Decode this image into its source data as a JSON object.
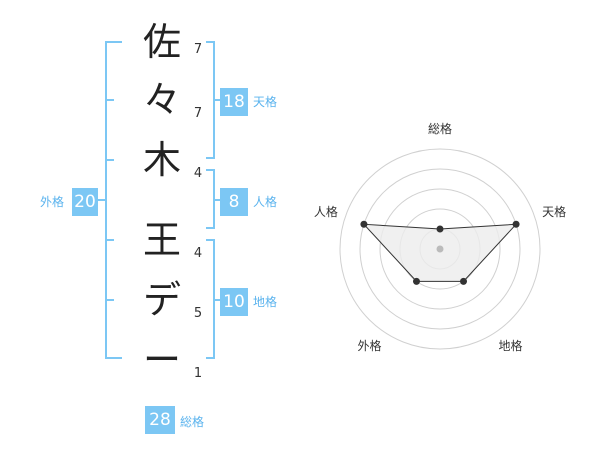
{
  "name": {
    "chars": [
      "佐",
      "々",
      "木",
      "王",
      "デ",
      "ー"
    ],
    "strokes": [
      "7",
      "7",
      "4",
      "4",
      "5",
      "1"
    ]
  },
  "kakusu": {
    "tenkaku": {
      "value": "18",
      "label": "天格"
    },
    "jinkaku": {
      "value": "8",
      "label": "人格"
    },
    "chikaku": {
      "value": "10",
      "label": "地格"
    },
    "gaikaku": {
      "value": "20",
      "label": "外格"
    },
    "soukaku": {
      "value": "28",
      "label": "総格"
    }
  },
  "colors": {
    "accent": "#7cc7f4",
    "bracket": "#7cc7f4",
    "label": "#5ab3ee",
    "grid": "#d0d0d0",
    "polygon_fill": "#ececec",
    "point": "#333333"
  },
  "chart_data": {
    "type": "radar",
    "axes": [
      "総格",
      "天格",
      "地格",
      "外格",
      "人格"
    ],
    "values": [
      1,
      4,
      2,
      2,
      4
    ],
    "max": 5,
    "rings": 5
  }
}
